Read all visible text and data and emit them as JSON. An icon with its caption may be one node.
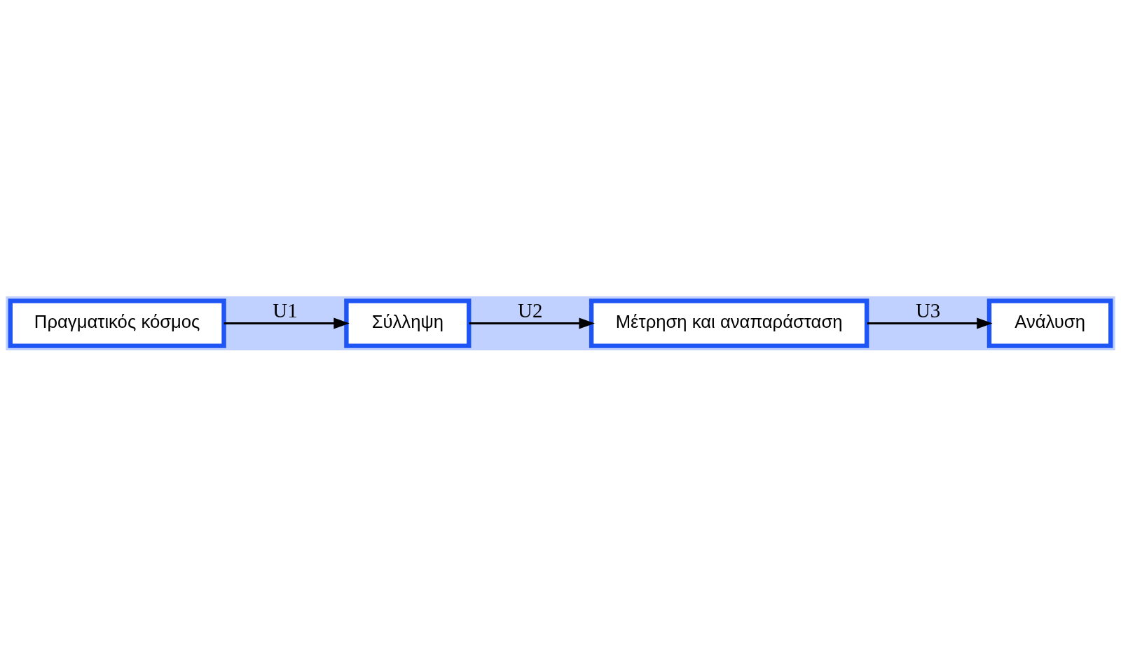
{
  "diagram": {
    "nodes": [
      {
        "text": [
          "Πραγματικός κόσμος"
        ]
      },
      {
        "text": [
          "Σύλληψη"
        ]
      },
      {
        "text": [
          "Μέτρηση και αναπαράσταση"
        ]
      },
      {
        "text": [
          "Ανάλυση"
        ]
      }
    ],
    "edges": [
      {
        "from": 0,
        "to": 1,
        "arrow": "to",
        "label": "U1"
      },
      {
        "from": 1,
        "to": 2,
        "arrow": "to",
        "label": "U2"
      },
      {
        "from": 2,
        "to": 3,
        "arrow": "to",
        "label": "U3"
      }
    ]
  }
}
